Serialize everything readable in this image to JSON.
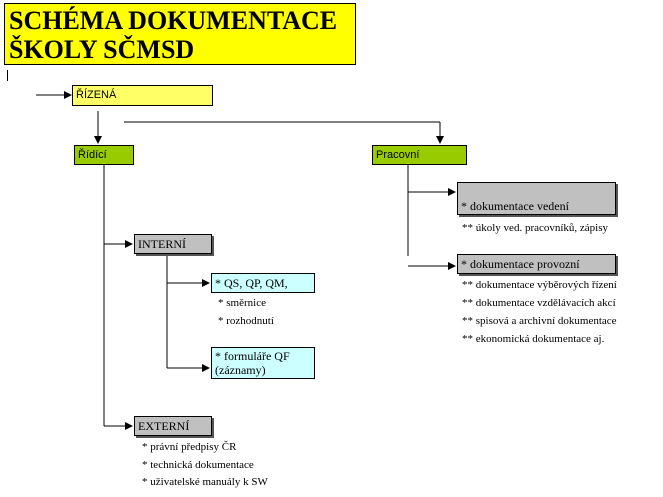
{
  "title": {
    "line1": "SCHÉMA DOKUMENTACE",
    "line2": "ŠKOLY SČMSD"
  },
  "nodes": {
    "rizena": "ŘÍZENÁ",
    "ridici": "Řídící",
    "pracovni": "Pracovní",
    "interni": "INTERNÍ",
    "externi": "EXTERNÍ",
    "qs": "* QS,  QP,  QM,",
    "formulare_line1": "* formuláře QF",
    "formulare_line2": "(záznamy)",
    "vedeni": "* dokumentace vedení",
    "provozni": "* dokumentace provozní"
  },
  "notes": {
    "interni_items": [
      "* směrnice",
      "* rozhodnutí"
    ],
    "externi_items": [
      "* právní předpisy ČR",
      "* technická dokumentace",
      "* uživatelské manuály k SW"
    ],
    "vedeni_items": [
      "** úkoly ved. pracovníků, zápisy"
    ],
    "provozni_items": [
      "** dokumentace výběrových řízení",
      "** dokumentace vzdělávacích akcí",
      "** spisová a archivní dokumentace",
      "** ekonomická dokumentace aj."
    ]
  },
  "colors": {
    "title_bg": "#ffff00",
    "rizena_bg": "#ffff66",
    "green_bg": "#99cc00",
    "grey_bg": "#c0c0c0",
    "cyan_bg": "#ccffff"
  }
}
